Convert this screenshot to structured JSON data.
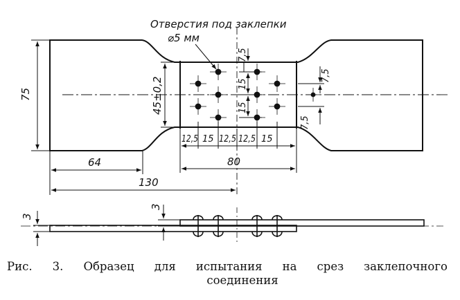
{
  "annotations": {
    "holes_label_line1": "Отверстия под заклепки",
    "holes_label_line2": "⌀5 мм"
  },
  "dimensions": {
    "total_width": "75",
    "grip_length": "64",
    "half_length": "130",
    "overlap_length": "80",
    "neck_width": "45±0,2",
    "pitch_edge_left": "12,5",
    "pitch_a": "15",
    "pitch_b": "12,5",
    "pitch_c": "12,5",
    "pitch_d": "15",
    "vert_top": "7,5",
    "vert_mid_a": "15",
    "vert_mid_b": "15",
    "vert_right_top": "7,5",
    "vert_right_bottom": "7,5",
    "thickness_left": "3",
    "thickness_right": "3"
  },
  "caption": {
    "w1": "Рис.",
    "w2": "3.",
    "w3": "Образец",
    "w4": "для",
    "w5": "испытания",
    "w6": "на",
    "w7": "срез",
    "w8": "заклепочного",
    "line2": "соединения"
  }
}
